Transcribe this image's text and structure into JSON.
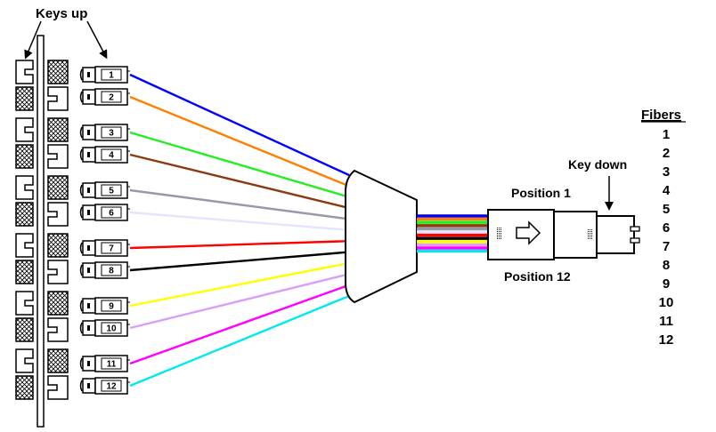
{
  "labels": {
    "keys_up": "Keys up",
    "key_down": "Key down",
    "position_1": "Position 1",
    "position_12": "Position 12",
    "fibers_header": "Fibers"
  },
  "fibers": [
    {
      "number": "1",
      "color": "#0000ff"
    },
    {
      "number": "2",
      "color": "#ff7f00"
    },
    {
      "number": "3",
      "color": "#22ee22"
    },
    {
      "number": "4",
      "color": "#8b3a0e"
    },
    {
      "number": "5",
      "color": "#9898a8"
    },
    {
      "number": "6",
      "color": "#e4e4ff"
    },
    {
      "number": "7",
      "color": "#ff0000"
    },
    {
      "number": "8",
      "color": "#000000"
    },
    {
      "number": "9",
      "color": "#ffff00"
    },
    {
      "number": "10",
      "color": "#d89ef8"
    },
    {
      "number": "11",
      "color": "#ff00ff"
    },
    {
      "number": "12",
      "color": "#00e8f0"
    }
  ],
  "fiber_list": [
    "1",
    "2",
    "3",
    "4",
    "5",
    "6",
    "7",
    "8",
    "9",
    "10",
    "11",
    "12"
  ]
}
